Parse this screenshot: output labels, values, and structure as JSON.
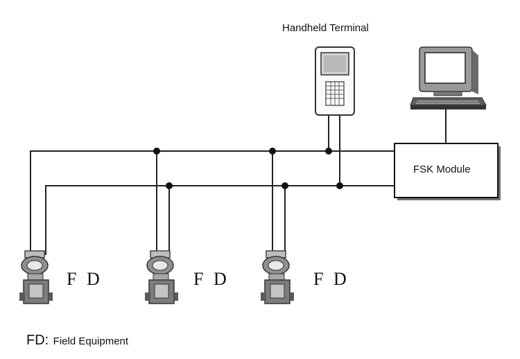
{
  "diagram": {
    "handheld_label": "Handheld Terminal",
    "fsk_label": "FSK Module",
    "fd_labels": [
      "F D",
      "F D",
      "F D"
    ],
    "legend": {
      "abbr": "FD:",
      "description": "Field Equipment"
    }
  }
}
